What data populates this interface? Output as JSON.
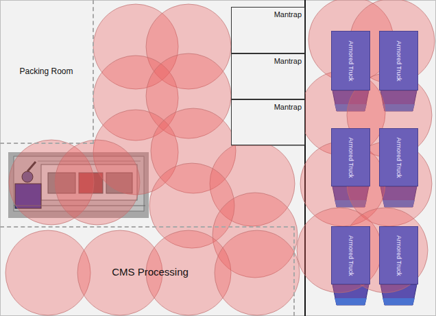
{
  "diagram": {
    "nodes": [
      {
        "text": [
          "Packing Room"
        ]
      },
      {
        "text": [
          "Mantrap"
        ]
      },
      {
        "text": [
          "Mantrap"
        ]
      },
      {
        "text": [
          "Mantrap"
        ]
      },
      {
        "text": [
          "Armored Truck"
        ]
      },
      {
        "text": [
          "Armored Truck"
        ]
      },
      {
        "text": [
          "Armored Truck"
        ]
      },
      {
        "text": [
          "Armored Truck"
        ]
      },
      {
        "text": [
          "Armored Truck"
        ]
      },
      {
        "text": [
          "Armored Truck"
        ]
      },
      {
        "text": [
          "CMS Processing"
        ]
      }
    ]
  }
}
